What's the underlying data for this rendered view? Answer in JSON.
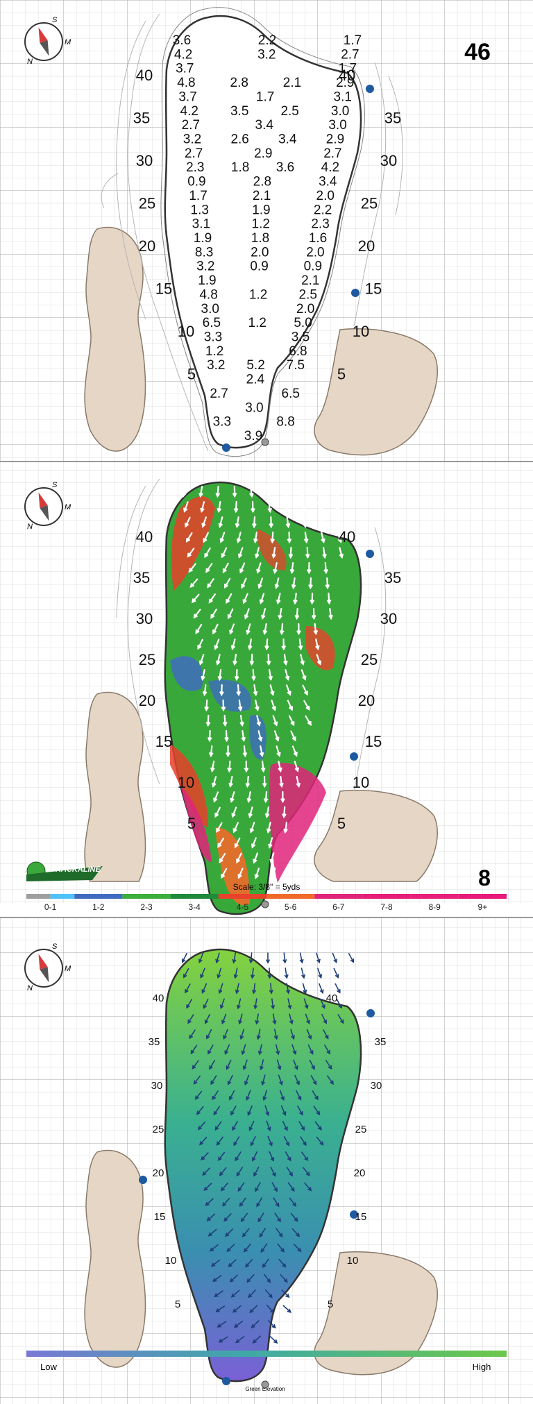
{
  "panels": {
    "slope_numbers": {
      "page_number": "46",
      "distance_labels_left": [
        "40",
        "35",
        "30",
        "25",
        "20",
        "15",
        "10",
        "5"
      ],
      "distance_labels_right": [
        "40",
        "35",
        "30",
        "25",
        "20",
        "15",
        "10",
        "5"
      ],
      "slope_values": [
        [
          "3.6",
          "2.2",
          "1.7"
        ],
        [
          "4.2",
          "3.2",
          "2.7"
        ],
        [
          "3.7",
          "1.7"
        ],
        [
          "4.8",
          "2.8",
          "2.1",
          "2.9"
        ],
        [
          "3.7",
          "1.7",
          "3.1"
        ],
        [
          "4.2",
          "3.5",
          "2.5",
          "3.0"
        ],
        [
          "2.7",
          "3.4",
          "3.0"
        ],
        [
          "3.2",
          "2.6",
          "3.4",
          "2.9"
        ],
        [
          "2.7",
          "2.9",
          "2.7"
        ],
        [
          "2.3",
          "1.8",
          "3.6",
          "4.2"
        ],
        [
          "0.9",
          "2.8",
          "3.4"
        ],
        [
          "1.7",
          "2.1",
          "2.0"
        ],
        [
          "1.3",
          "1.9",
          "2.2"
        ],
        [
          "3.1",
          "1.2",
          "2.3"
        ],
        [
          "1.9",
          "1.8",
          "1.6"
        ],
        [
          "8.3",
          "2.0",
          "2.0"
        ],
        [
          "3.2",
          "0.9",
          "0.9"
        ],
        [
          "1.9",
          "2.1"
        ],
        [
          "4.8",
          "1.2",
          "2.5"
        ],
        [
          "3.0",
          "2.0"
        ],
        [
          "6.5",
          "1.2",
          "5.0"
        ],
        [
          "3.3",
          "3.5"
        ],
        [
          "1.2",
          "6.8"
        ],
        [
          "3.2",
          "5.2",
          "7.5"
        ],
        [
          "2.4"
        ],
        [
          "2.7",
          "6.5"
        ],
        [
          "3.0"
        ],
        [
          "3.3",
          "8.8"
        ],
        [
          "3.9"
        ]
      ]
    },
    "slope_map": {
      "page_number": "8",
      "logo_text": "STRACKALINE",
      "scale_text": "Scale: 3/8\" = 5yds",
      "distance_labels_left": [
        "40",
        "35",
        "30",
        "25",
        "20",
        "15",
        "10",
        "5"
      ],
      "distance_labels_right": [
        "40",
        "35",
        "30",
        "25",
        "20",
        "15",
        "10",
        "5"
      ],
      "legend": [
        {
          "label": "0-1",
          "color": "#9e9e9e",
          "color2": "#4fc3f7"
        },
        {
          "label": "1-2",
          "color": "#3f6cc0"
        },
        {
          "label": "2-3",
          "color": "#3cae3c"
        },
        {
          "label": "3-4",
          "color": "#1f8a3a"
        },
        {
          "label": "4-5",
          "color": "#e8412c"
        },
        {
          "label": "5-6",
          "color": "#f06a2a"
        },
        {
          "label": "6-7",
          "color": "#e0247a"
        },
        {
          "label": "7-8",
          "color": "#e61e78"
        },
        {
          "label": "8-9",
          "color": "#e8207a"
        },
        {
          "label": "9+",
          "color": "#e8197a"
        }
      ]
    },
    "elevation": {
      "distance_labels_left": [
        "40",
        "35",
        "30",
        "25",
        "20",
        "15",
        "10",
        "5"
      ],
      "distance_labels_right": [
        "40",
        "35",
        "30",
        "25",
        "20",
        "15",
        "10",
        "5"
      ],
      "low_label": "Low",
      "high_label": "High",
      "center_label": "Green Elevation",
      "colors": {
        "low": "#6f6fd0",
        "mid": "#3aa89a",
        "high": "#7bd24a"
      }
    }
  },
  "compass": {
    "north": "N",
    "south": "S",
    "marker": "M"
  }
}
